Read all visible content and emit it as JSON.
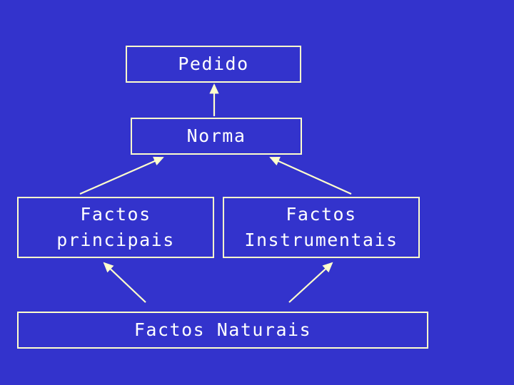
{
  "diagram": {
    "background_color": "#3333cc",
    "node_border_color": "#ffffcc",
    "text_color": "#ffffff",
    "arrow_color": "#ffffcc",
    "nodes": [
      {
        "id": "pedido",
        "lines": [
          "Pedido"
        ]
      },
      {
        "id": "norma",
        "lines": [
          "Norma"
        ]
      },
      {
        "id": "factos_principais",
        "lines": [
          "Factos",
          "principais"
        ]
      },
      {
        "id": "factos_instrumentais",
        "lines": [
          "Factos",
          "Instrumentais"
        ]
      },
      {
        "id": "factos_naturais",
        "lines": [
          "Factos Naturais"
        ]
      }
    ],
    "arrows": [
      {
        "from": "norma",
        "to": "pedido"
      },
      {
        "from": "factos_principais",
        "to": "norma"
      },
      {
        "from": "factos_instrumentais",
        "to": "norma"
      },
      {
        "from": "factos_naturais",
        "to": "factos_principais"
      },
      {
        "from": "factos_naturais",
        "to": "factos_instrumentais"
      }
    ]
  }
}
